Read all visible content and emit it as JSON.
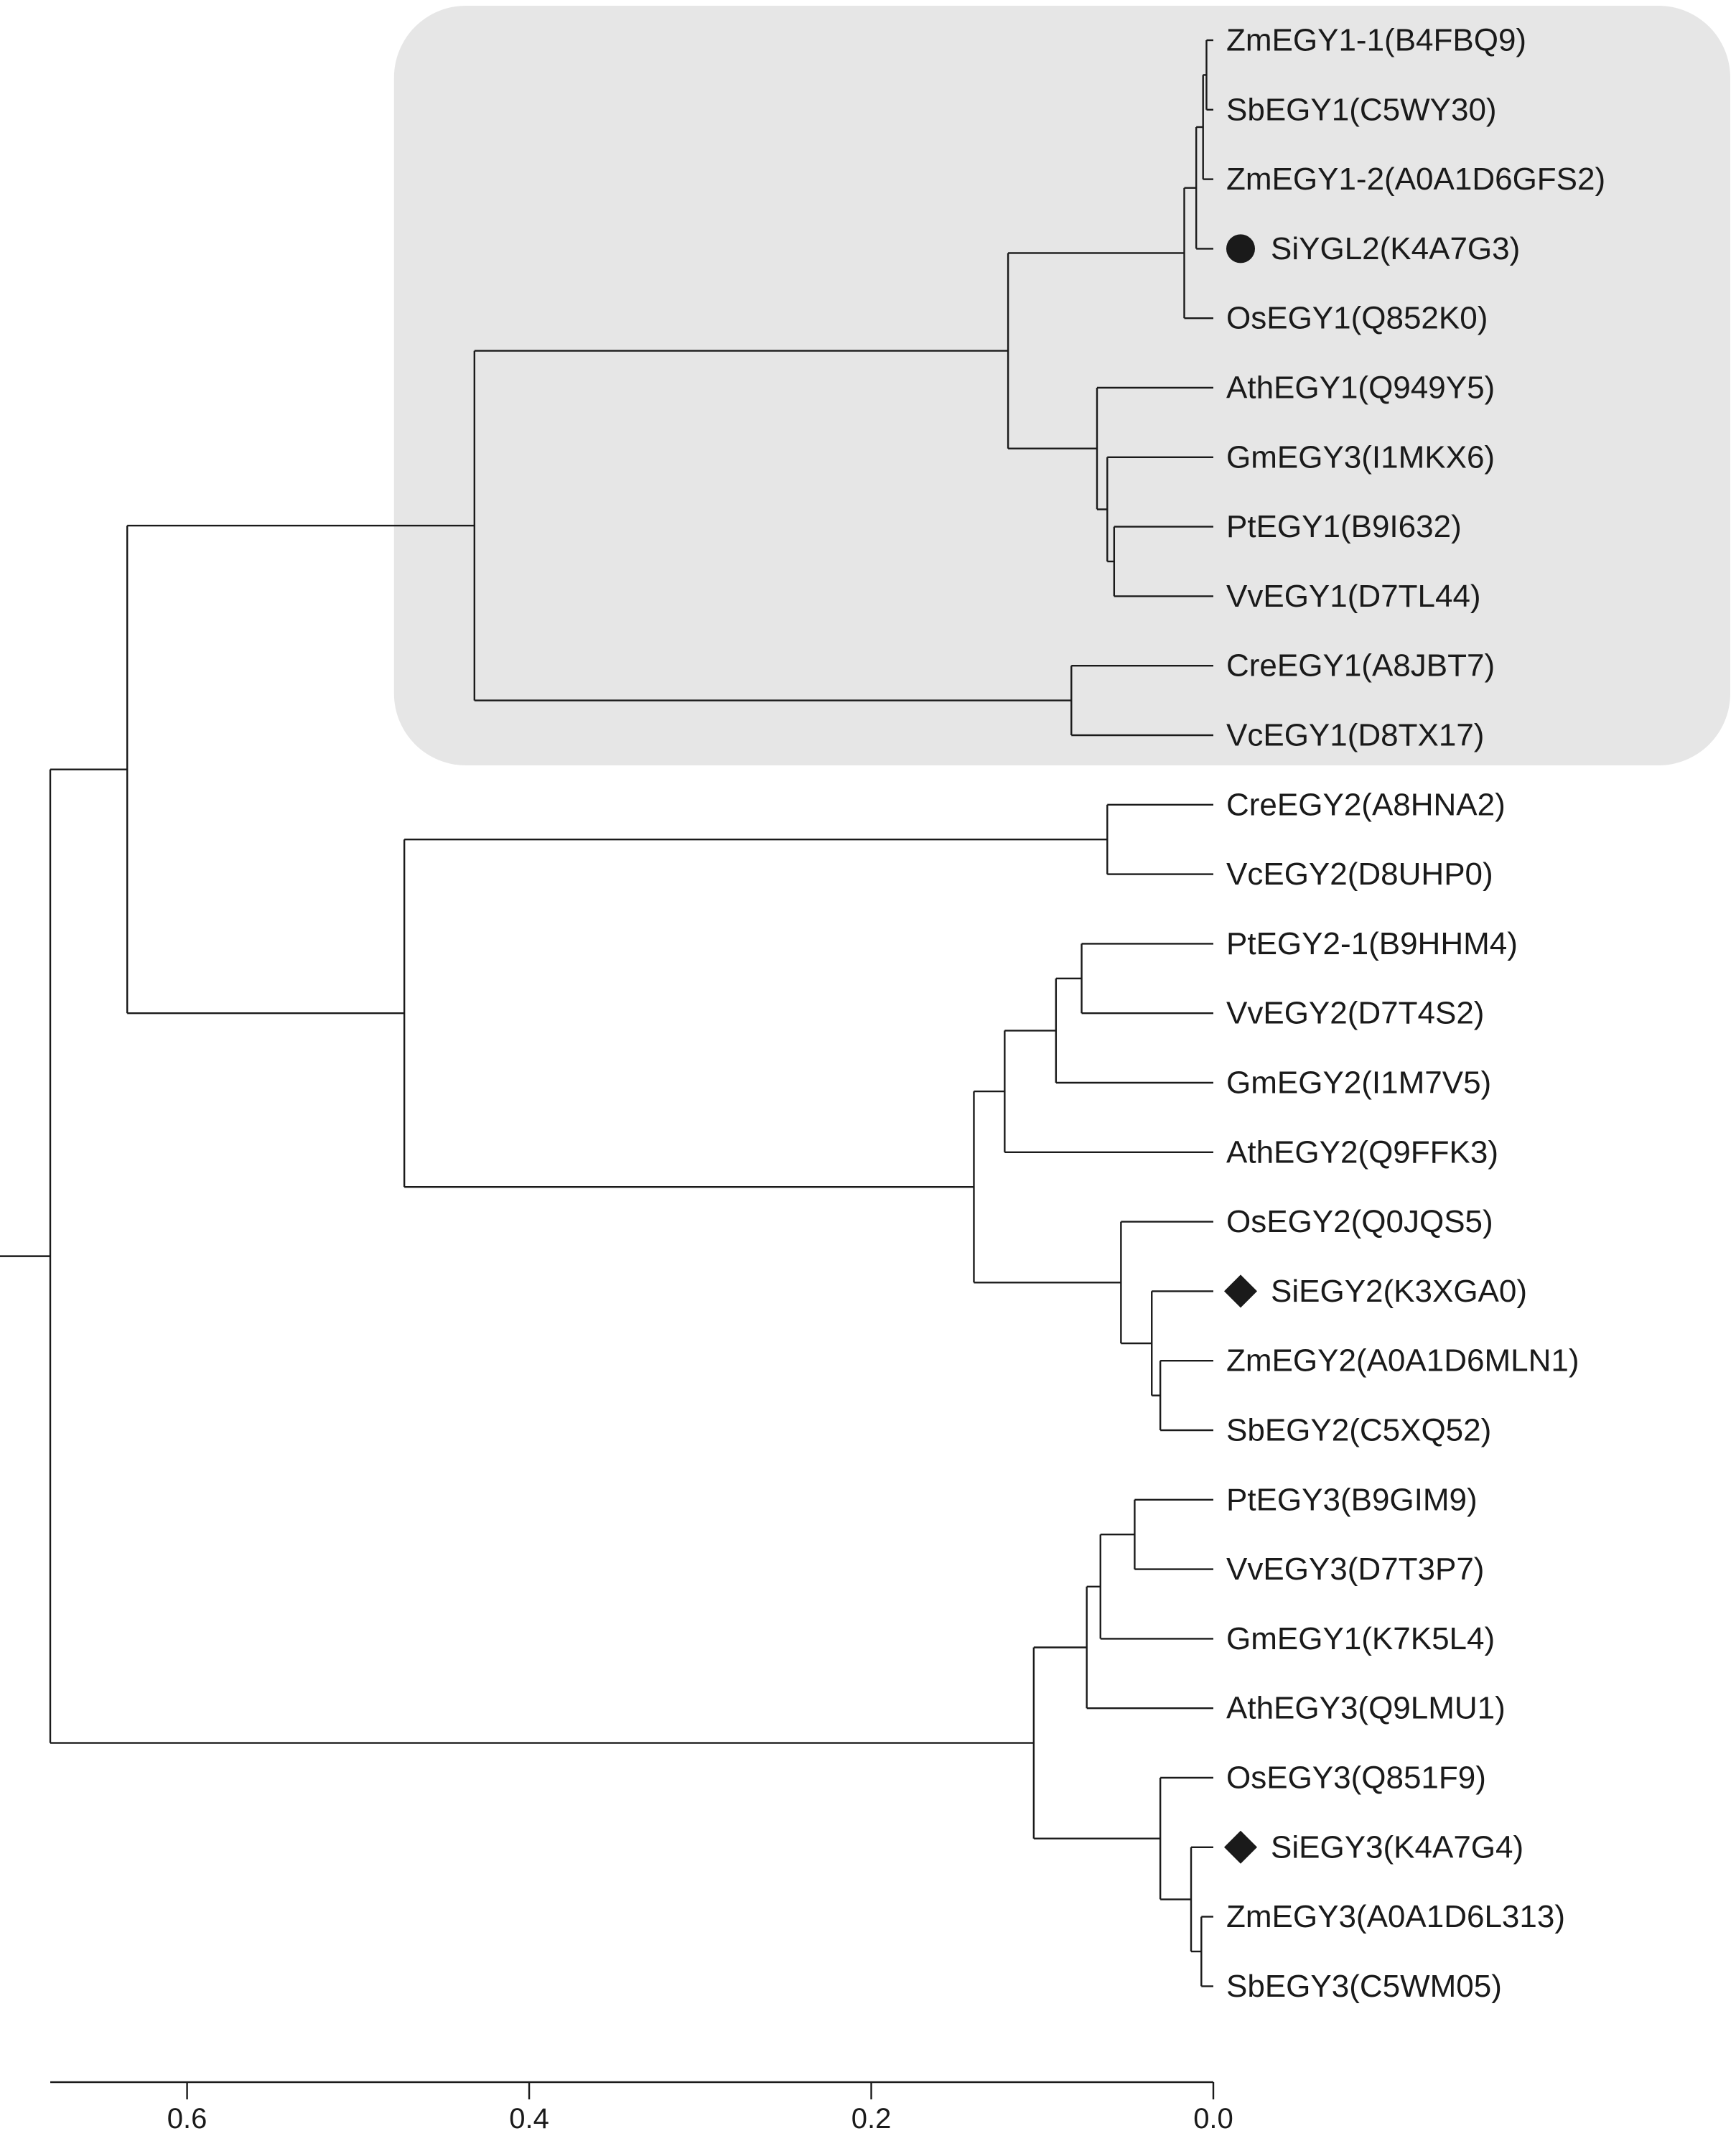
{
  "colors": {
    "highlight_box": "#e6e6e6",
    "line": "#1a1a1a",
    "marker": "#1a1a1a"
  },
  "tree": {
    "leaves": [
      {
        "id": "ZmEGY1-1",
        "label": "ZmEGY1-1(B4FBQ9)",
        "marker": ""
      },
      {
        "id": "SbEGY1",
        "label": "SbEGY1(C5WY30)",
        "marker": ""
      },
      {
        "id": "ZmEGY1-2",
        "label": "ZmEGY1-2(A0A1D6GFS2)",
        "marker": ""
      },
      {
        "id": "SiYGL2",
        "label": "SiYGL2(K4A7G3)",
        "marker": "circle"
      },
      {
        "id": "OsEGY1",
        "label": "OsEGY1(Q852K0)",
        "marker": ""
      },
      {
        "id": "AthEGY1",
        "label": "AthEGY1(Q949Y5)",
        "marker": ""
      },
      {
        "id": "GmEGY3",
        "label": "GmEGY3(I1MKX6)",
        "marker": ""
      },
      {
        "id": "PtEGY1",
        "label": "PtEGY1(B9I632)",
        "marker": ""
      },
      {
        "id": "VvEGY1",
        "label": "VvEGY1(D7TL44)",
        "marker": ""
      },
      {
        "id": "CreEGY1",
        "label": "CreEGY1(A8JBT7)",
        "marker": ""
      },
      {
        "id": "VcEGY1",
        "label": "VcEGY1(D8TX17)",
        "marker": ""
      },
      {
        "id": "CreEGY2",
        "label": "CreEGY2(A8HNA2)",
        "marker": ""
      },
      {
        "id": "VcEGY2",
        "label": "VcEGY2(D8UHP0)",
        "marker": ""
      },
      {
        "id": "PtEGY2-1",
        "label": "PtEGY2-1(B9HHM4)",
        "marker": ""
      },
      {
        "id": "VvEGY2",
        "label": "VvEGY2(D7T4S2)",
        "marker": ""
      },
      {
        "id": "GmEGY2",
        "label": "GmEGY2(I1M7V5)",
        "marker": ""
      },
      {
        "id": "AthEGY2",
        "label": "AthEGY2(Q9FFK3)",
        "marker": ""
      },
      {
        "id": "OsEGY2",
        "label": "OsEGY2(Q0JQS5)",
        "marker": ""
      },
      {
        "id": "SiEGY2",
        "label": "SiEGY2(K3XGA0)",
        "marker": "diamond"
      },
      {
        "id": "ZmEGY2",
        "label": "ZmEGY2(A0A1D6MLN1)",
        "marker": ""
      },
      {
        "id": "SbEGY2",
        "label": "SbEGY2(C5XQ52)",
        "marker": ""
      },
      {
        "id": "PtEGY3",
        "label": "PtEGY3(B9GIM9)",
        "marker": ""
      },
      {
        "id": "VvEGY3",
        "label": "VvEGY3(D7T3P7)",
        "marker": ""
      },
      {
        "id": "GmEGY1",
        "label": "GmEGY1(K7K5L4)",
        "marker": ""
      },
      {
        "id": "AthEGY3",
        "label": "AthEGY3(Q9LMU1)",
        "marker": ""
      },
      {
        "id": "OsEGY3",
        "label": "OsEGY3(Q851F9)",
        "marker": ""
      },
      {
        "id": "SiEGY3",
        "label": "SiEGY3(K4A7G4)",
        "marker": "diamond"
      },
      {
        "id": "ZmEGY3",
        "label": "ZmEGY3(A0A1D6L313)",
        "marker": ""
      },
      {
        "id": "SbEGY3",
        "label": "SbEGY3(C5WM05)",
        "marker": ""
      }
    ],
    "nodes": [
      {
        "id": "n_zm11_sb1",
        "depth": 0.004,
        "children": [
          "ZmEGY1-1",
          "SbEGY1"
        ]
      },
      {
        "id": "n_zm12",
        "depth": 0.006,
        "children": [
          "n_zm11_sb1",
          "ZmEGY1-2"
        ]
      },
      {
        "id": "n_si",
        "depth": 0.01,
        "children": [
          "n_zm12",
          "SiYGL2"
        ]
      },
      {
        "id": "n_os1",
        "depth": 0.017,
        "children": [
          "n_si",
          "OsEGY1"
        ]
      },
      {
        "id": "n_pt_vv1",
        "depth": 0.058,
        "children": [
          "PtEGY1",
          "VvEGY1"
        ]
      },
      {
        "id": "n_gm3",
        "depth": 0.062,
        "children": [
          "GmEGY3",
          "n_pt_vv1"
        ]
      },
      {
        "id": "n_ath1",
        "depth": 0.068,
        "children": [
          "AthEGY1",
          "n_gm3"
        ]
      },
      {
        "id": "n_monodicot1",
        "depth": 0.12,
        "children": [
          "n_os1",
          "n_ath1"
        ]
      },
      {
        "id": "n_algae1",
        "depth": 0.083,
        "children": [
          "CreEGY1",
          "VcEGY1"
        ]
      },
      {
        "id": "n_egy1",
        "depth": 0.432,
        "children": [
          "n_monodicot1",
          "n_algae1"
        ]
      },
      {
        "id": "n_algae2",
        "depth": 0.062,
        "children": [
          "CreEGY2",
          "VcEGY2"
        ]
      },
      {
        "id": "n_pt_vv2",
        "depth": 0.077,
        "children": [
          "PtEGY2-1",
          "VvEGY2"
        ]
      },
      {
        "id": "n_gm2",
        "depth": 0.092,
        "children": [
          "n_pt_vv2",
          "GmEGY2"
        ]
      },
      {
        "id": "n_ath2",
        "depth": 0.122,
        "children": [
          "n_gm2",
          "AthEGY2"
        ]
      },
      {
        "id": "n_zm_sb2",
        "depth": 0.031,
        "children": [
          "ZmEGY2",
          "SbEGY2"
        ]
      },
      {
        "id": "n_si2",
        "depth": 0.036,
        "children": [
          "SiEGY2",
          "n_zm_sb2"
        ]
      },
      {
        "id": "n_os2",
        "depth": 0.054,
        "children": [
          "OsEGY2",
          "n_si2"
        ]
      },
      {
        "id": "n_landplant2",
        "depth": 0.14,
        "children": [
          "n_ath2",
          "n_os2"
        ]
      },
      {
        "id": "n_egy2",
        "depth": 0.473,
        "children": [
          "n_algae2",
          "n_landplant2"
        ]
      },
      {
        "id": "n_egy12",
        "depth": 0.635,
        "children": [
          "n_egy1",
          "n_egy2"
        ]
      },
      {
        "id": "n_pt_vv3",
        "depth": 0.046,
        "children": [
          "PtEGY3",
          "VvEGY3"
        ]
      },
      {
        "id": "n_gm1",
        "depth": 0.066,
        "children": [
          "n_pt_vv3",
          "GmEGY1"
        ]
      },
      {
        "id": "n_ath3",
        "depth": 0.074,
        "children": [
          "n_gm1",
          "AthEGY3"
        ]
      },
      {
        "id": "n_zm_sb3",
        "depth": 0.007,
        "children": [
          "ZmEGY3",
          "SbEGY3"
        ]
      },
      {
        "id": "n_si3",
        "depth": 0.013,
        "children": [
          "SiEGY3",
          "n_zm_sb3"
        ]
      },
      {
        "id": "n_os3",
        "depth": 0.031,
        "children": [
          "OsEGY3",
          "n_si3"
        ]
      },
      {
        "id": "n_egy3",
        "depth": 0.105,
        "children": [
          "n_ath3",
          "n_os3"
        ]
      },
      {
        "id": "n_root",
        "depth": 0.68,
        "children": [
          "n_egy12",
          "n_egy3"
        ]
      }
    ],
    "root": "n_root",
    "root_stem_depth": 0.725,
    "highlighted_clade": "n_egy1"
  },
  "scale_axis": {
    "min": 0.0,
    "max": 0.68,
    "ticks": [
      {
        "value": 0.6,
        "label": "0.6"
      },
      {
        "value": 0.4,
        "label": "0.4"
      },
      {
        "value": 0.2,
        "label": "0.2"
      },
      {
        "value": 0.0,
        "label": "0.0"
      }
    ]
  }
}
